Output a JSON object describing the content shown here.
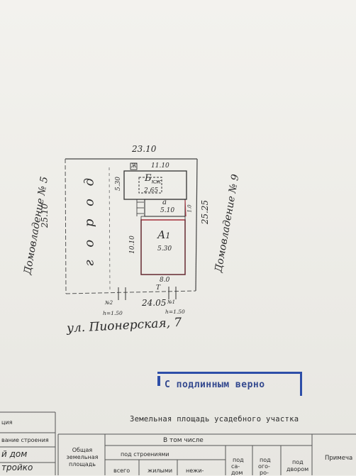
{
  "plan": {
    "dim_top": "23.10",
    "dim_bottom": "24.05",
    "dim_left": "25.10",
    "dim_right": "25.25",
    "neighbor_left": "Домовладение № 5",
    "neighbor_right": "Домовладение № 9",
    "garden_label": "г о р о д",
    "street_label": "ул. Пионерская, 7",
    "building_b": {
      "letter": "Б",
      "sub": "кж",
      "width": "11.10",
      "depth": "5.30",
      "area": "2.65",
      "flag": "Ж"
    },
    "building_a": {
      "letter": "а",
      "width": "5.10",
      "depth": "1.0"
    },
    "building_a1": {
      "letter": "А",
      "index": "1",
      "depth": "10.10",
      "width": "8.0",
      "area": "5.30"
    },
    "gate_mark": "Т",
    "gate_left": {
      "id": "№2",
      "h": "h=1.50"
    },
    "gate_right": {
      "id": "№1",
      "h": "h=1.50"
    }
  },
  "stamp": {
    "text": "С подлинным верно"
  },
  "table": {
    "title": "Земельная площадь усадебного участка",
    "left_frag": [
      "ция",
      "вание строения",
      "й дом",
      "тройко"
    ],
    "col_total": [
      "Общая",
      "земельная",
      "площадь"
    ],
    "col_incl": "В том числе",
    "col_under_buildings": "под строениями",
    "col_sub": [
      "всего",
      "жилыми",
      "нежи-"
    ],
    "col_yard_sa": [
      "под",
      "са-",
      "дом"
    ],
    "col_garden": [
      "под",
      "ого-",
      "ро-"
    ],
    "col_yard": [
      "под",
      "двором"
    ],
    "col_note": "Примеча"
  }
}
